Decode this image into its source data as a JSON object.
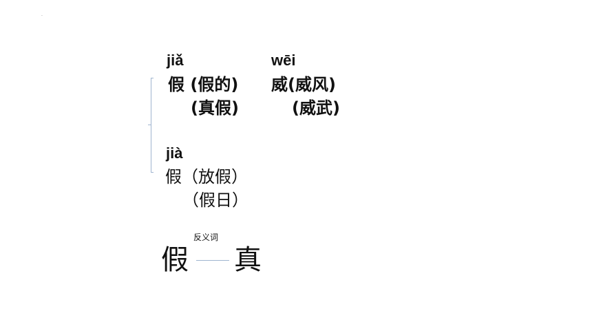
{
  "stray_mark": "·",
  "entry_jia3": {
    "pinyin": "jiǎ",
    "line1": "假 (假的)",
    "line2": "(真假)"
  },
  "entry_wei1": {
    "pinyin": "wēi",
    "line1": "威(威风)",
    "line2": "(威武)"
  },
  "entry_jia4": {
    "pinyin": "jià",
    "line1": "假（放假）",
    "line2": "（假日）"
  },
  "antonym": {
    "label": "反义词",
    "left_char": "假",
    "right_char": "真"
  },
  "colors": {
    "text": "#111111",
    "line": "#9fb4cf"
  }
}
